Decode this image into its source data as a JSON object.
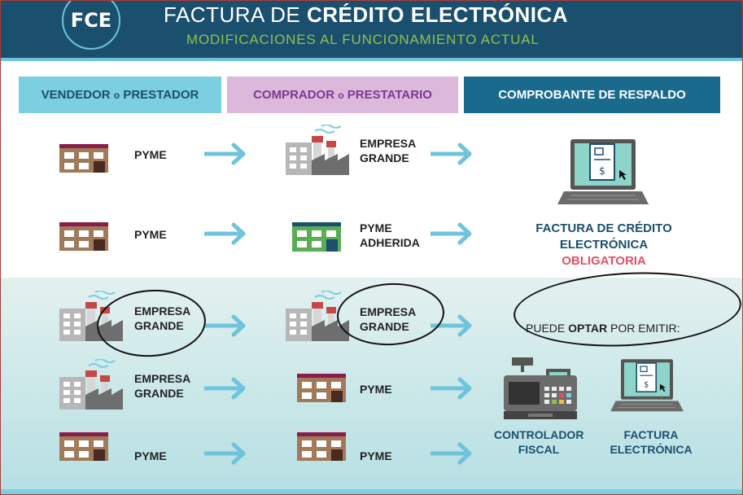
{
  "header": {
    "logo": "FCE",
    "title_prefix": "FACTURA DE",
    "title_bold": "CRÉDITO ELECTRÓNICA",
    "subtitle": "MODIFICACIONES AL FUNCIONAMIENTO ACTUAL"
  },
  "columns": {
    "seller": {
      "main": "VENDEDOR",
      "conj": "o",
      "rest": "PRESTADOR"
    },
    "buyer": {
      "main": "COMPRADOR",
      "conj": "o",
      "rest": "PRESTATARIO"
    },
    "receipt": "COMPROBANTE DE RESPALDO"
  },
  "rows": [
    {
      "seller": "PYME",
      "buyer_line1": "EMPRESA",
      "buyer_line2": "GRANDE"
    },
    {
      "seller": "PYME",
      "buyer_line1": "PYME",
      "buyer_line2": "ADHERIDA"
    },
    {
      "seller_line1": "EMPRESA",
      "seller_line2": "GRANDE",
      "buyer_line1": "EMPRESA",
      "buyer_line2": "GRANDE"
    },
    {
      "seller_line1": "EMPRESA",
      "seller_line2": "GRANDE",
      "buyer": "PYME"
    },
    {
      "seller": "PYME",
      "buyer": "PYME"
    }
  ],
  "receipts": {
    "mandatory_line1": "FACTURA DE CRÉDITO ELECTRÓNICA",
    "mandatory_line2": "OBLIGATORIA",
    "optional_prefix": "PUEDE",
    "optional_bold": "OPTAR",
    "optional_suffix": "POR EMITIR:",
    "device1_line1": "CONTROLADOR",
    "device1_line2": "FISCAL",
    "device2_line1": "FACTURA",
    "device2_line2": "ELECTRÓNICA"
  },
  "colors": {
    "navy": "#1b4f6e",
    "light_blue": "#7ccfe0",
    "lilac": "#dcb8dc",
    "purple": "#7b3a8e",
    "green": "#8bc34a",
    "pink": "#e0506a",
    "pyme_brown": "#a07a5a"
  }
}
